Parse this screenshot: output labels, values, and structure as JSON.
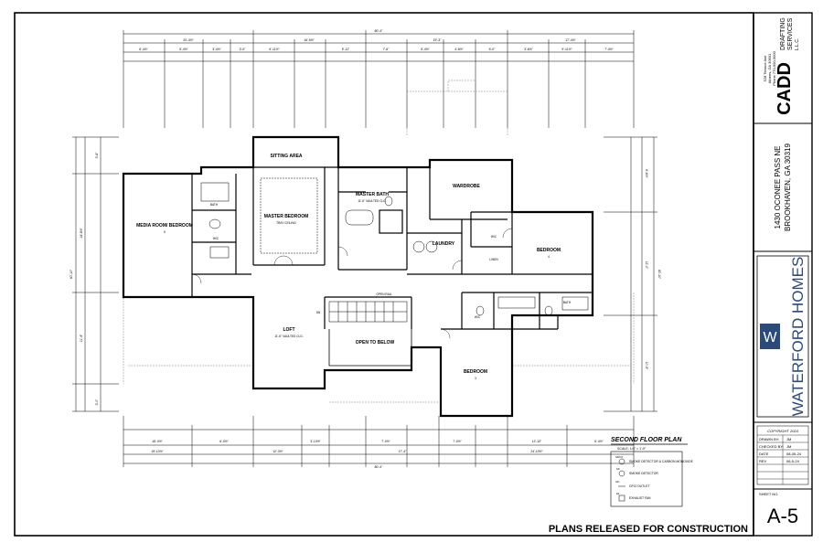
{
  "title_block": {
    "firm_address": [
      "528 Terrace Ave",
      "Athens, GA 30601",
      "Phone 770-000-0000"
    ],
    "firm_name": "CADD",
    "firm_sub1": "DRAFTING",
    "firm_sub2": "SERVICES",
    "firm_sub3": "L.L.C.",
    "project_line1": "1430 OCONEE PASS NE",
    "project_line2": "BROOKHAVEN, GA 30319",
    "builder": "WATERFORD HOMES",
    "builder_logo_letter": "W",
    "copyright": "COPYRIGHT 2024",
    "drawn_by_label": "DRAWN BY:",
    "drawn_by": "JM",
    "checked_by_label": "CHECKED BY:",
    "checked_by": "JM",
    "date_label": "DATE",
    "date": "08-05-24",
    "rev_label": "REV",
    "rev": "06-5-24",
    "sheet_no_label": "SHEET NO.",
    "sheet_no": "A-5"
  },
  "plan": {
    "title": "SECOND FLOOR PLAN",
    "scale": "SCALE: 1/4\" = 1'-0\"",
    "released": "PLANS RELEASED FOR CONSTRUCTION",
    "legend": [
      {
        "symbol": "SD/CO",
        "text": "SMOKE DETECTOR & CARBON MONOXIDE"
      },
      {
        "symbol": "SD",
        "text": "SMOKE DETECTOR"
      },
      {
        "symbol": "GFI",
        "text": "GFCI OUTLET"
      },
      {
        "symbol": "EF",
        "text": "EXHAUST FAN"
      }
    ],
    "rooms": {
      "media": "MEDIA ROOM/ BEDROOM",
      "media_no": "5",
      "sitting": "SITTING AREA",
      "master": "MASTER BEDROOM",
      "master_ceiling": "TRAY CEILING",
      "master_bath": "MASTER BATH",
      "master_bath_ceiling": "11'-6\" VAULTED CLG.",
      "wardrobe": "WARDROBE",
      "laundry": "LAUNDRY",
      "bedroom4": "BEDROOM",
      "bedroom4_no": "4",
      "bedroom3": "BEDROOM",
      "bedroom3_no": "3",
      "loft": "LOFT",
      "loft_ceiling": "11'-6\" VAULTED CLG.",
      "open_below": "OPEN TO BELOW",
      "bath": "BATH",
      "bath2": "BATH",
      "wic": "W/C",
      "wic2": "W/C",
      "wic3": "W/C",
      "linen": "LINEN",
      "open_rail": "OPEN RAIL",
      "dn": "DN"
    }
  }
}
